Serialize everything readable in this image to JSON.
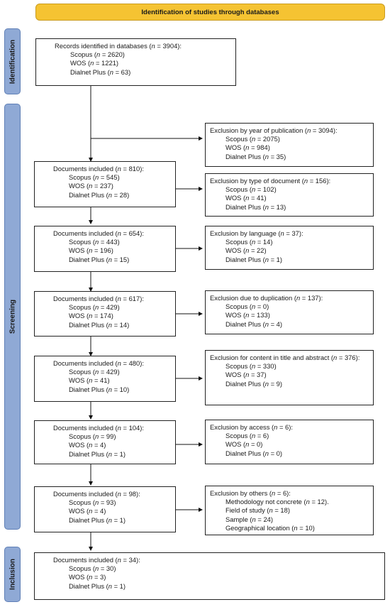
{
  "header": "Identification of studies through databases",
  "phases": {
    "identification": "Identification",
    "screening": "Screening",
    "inclusion": "Inclusion"
  },
  "records": {
    "title_pre": "Records identified in databases (",
    "title_n": "n",
    "title_post": " = 3904):",
    "items": [
      {
        "name": "Scopus",
        "value": "= 2620"
      },
      {
        "name": "WOS",
        "value": "= 1221"
      },
      {
        "name": "Dialnet Plus",
        "value": "= 63"
      }
    ]
  },
  "included": [
    {
      "title": "Documents included (",
      "value": "= 810):",
      "items": [
        {
          "name": "Scopus",
          "value": "= 545"
        },
        {
          "name": "WOS",
          "value": "= 237"
        },
        {
          "name": "Dialnet Plus",
          "value": "= 28"
        }
      ]
    },
    {
      "title": "Documents included (",
      "value": "= 654):",
      "items": [
        {
          "name": "Scopus",
          "value": "= 443"
        },
        {
          "name": "WOS",
          "value": "= 196"
        },
        {
          "name": "Dialnet Plus",
          "value": "= 15"
        }
      ]
    },
    {
      "title": "Documents included (",
      "value": "= 617):",
      "items": [
        {
          "name": "Scopus",
          "value": "= 429"
        },
        {
          "name": "WOS",
          "value": "= 174"
        },
        {
          "name": "Dialnet Plus",
          "value": "= 14"
        }
      ]
    },
    {
      "title": "Documents included (",
      "value": "= 480):",
      "items": [
        {
          "name": "Scopus",
          "value": "= 429"
        },
        {
          "name": "WOS",
          "value": "= 41"
        },
        {
          "name": "Dialnet Plus",
          "value": "= 10"
        }
      ]
    },
    {
      "title": "Documents included (",
      "value": "= 104):",
      "items": [
        {
          "name": "Scopus",
          "value": "= 99"
        },
        {
          "name": "WOS",
          "value": "= 4"
        },
        {
          "name": "Dialnet Plus",
          "value": "= 1"
        }
      ]
    },
    {
      "title": "Documents included (",
      "value": "= 98):",
      "items": [
        {
          "name": "Scopus",
          "value": "= 93"
        },
        {
          "name": "WOS",
          "value": "= 4"
        },
        {
          "name": "Dialnet Plus",
          "value": "= 1"
        }
      ]
    },
    {
      "title": "Documents included (",
      "value": "= 34):",
      "items": [
        {
          "name": "Scopus",
          "value": "= 30"
        },
        {
          "name": "WOS",
          "value": "= 3"
        },
        {
          "name": "Dialnet Plus",
          "value": "= 1"
        }
      ]
    }
  ],
  "exclusions": [
    {
      "title": "Exclusion by year of publication (",
      "value": "= 3094):",
      "items": [
        {
          "name": "Scopus",
          "value": "= 2075"
        },
        {
          "name": "WOS",
          "value": "= 984"
        },
        {
          "name": "Dialnet Plus",
          "value": "= 35"
        }
      ]
    },
    {
      "title": "Exclusion by type of document (",
      "value": "= 156):",
      "items": [
        {
          "name": "Scopus",
          "value": "= 102"
        },
        {
          "name": "WOS",
          "value": "= 41"
        },
        {
          "name": "Dialnet Plus",
          "value": "= 13"
        }
      ]
    },
    {
      "title": "Exclusion by language (",
      "value": "= 37):",
      "items": [
        {
          "name": "Scopus",
          "value": "= 14"
        },
        {
          "name": "WOS",
          "value": "= 22"
        },
        {
          "name": "Dialnet Plus",
          "value": "= 1"
        }
      ]
    },
    {
      "title": "Exclusion due to duplication (",
      "value": "= 137):",
      "items": [
        {
          "name": "Scopus",
          "value": "= 0"
        },
        {
          "name": "WOS",
          "value": "= 133"
        },
        {
          "name": "Dialnet Plus",
          "value": "= 4"
        }
      ]
    },
    {
      "title": "Exclusion for content in title and abstract (",
      "value": "= 376):",
      "items": [
        {
          "name": "Scopus",
          "value": "= 330"
        },
        {
          "name": "WOS",
          "value": "= 37"
        },
        {
          "name": "Dialnet Plus",
          "value": "= 9"
        }
      ]
    },
    {
      "title": "Exclusion by access (",
      "value": "= 6):",
      "items": [
        {
          "name": "Scopus",
          "value": "= 6"
        },
        {
          "name": "WOS",
          "value": "= 0"
        },
        {
          "name": "Dialnet Plus",
          "value": "= 0"
        }
      ]
    },
    {
      "title": "Exclusion by others (",
      "value": "= 6):",
      "items": [
        {
          "name": "Methodology not concrete",
          "value": "= 12)."
        },
        {
          "name": "Field of study",
          "value": "= 18"
        },
        {
          "name": "Sample",
          "value": "= 24"
        },
        {
          "name": "Geographical location",
          "value": "= 10"
        }
      ]
    }
  ],
  "n_symbol": "n"
}
